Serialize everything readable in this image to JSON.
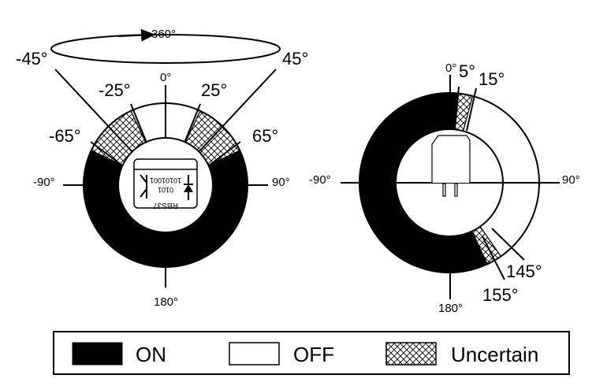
{
  "colors": {
    "on": "#000000",
    "off": "#ffffff",
    "uncertain": "hatch"
  },
  "left_dial": {
    "rotation_label": "360°",
    "labels": {
      "m45": "-45°",
      "p45": "45°",
      "m25": "-25°",
      "zero": "0°",
      "p25": "25°",
      "m65": "-65°",
      "p65": "65°",
      "m90": "-90°",
      "p90": "90°",
      "deg180": "180°"
    },
    "segments": [
      {
        "state": "off",
        "from": -25,
        "to": 25
      },
      {
        "state": "uncertain",
        "from": 25,
        "to": 65
      },
      {
        "state": "on",
        "from": 65,
        "to": 295
      },
      {
        "state": "uncertain",
        "from": 295,
        "to": 335
      }
    ],
    "chip": {
      "name": "RBS37",
      "line1": "0101",
      "line2": "10101001"
    }
  },
  "right_dial": {
    "labels": {
      "zero": "0°",
      "five": "5°",
      "fifteen": "15°",
      "m90": "-90°",
      "p90": "90°",
      "d145": "145°",
      "d155": "155°",
      "deg180": "180°"
    },
    "segments": [
      {
        "state": "uncertain",
        "from": 5,
        "to": 15
      },
      {
        "state": "off",
        "from": 15,
        "to": 145
      },
      {
        "state": "uncertain",
        "from": 145,
        "to": 155
      },
      {
        "state": "on",
        "from": 155,
        "to": 365
      }
    ]
  },
  "legend": {
    "on": "ON",
    "off": "OFF",
    "uncertain": "Uncertain"
  }
}
